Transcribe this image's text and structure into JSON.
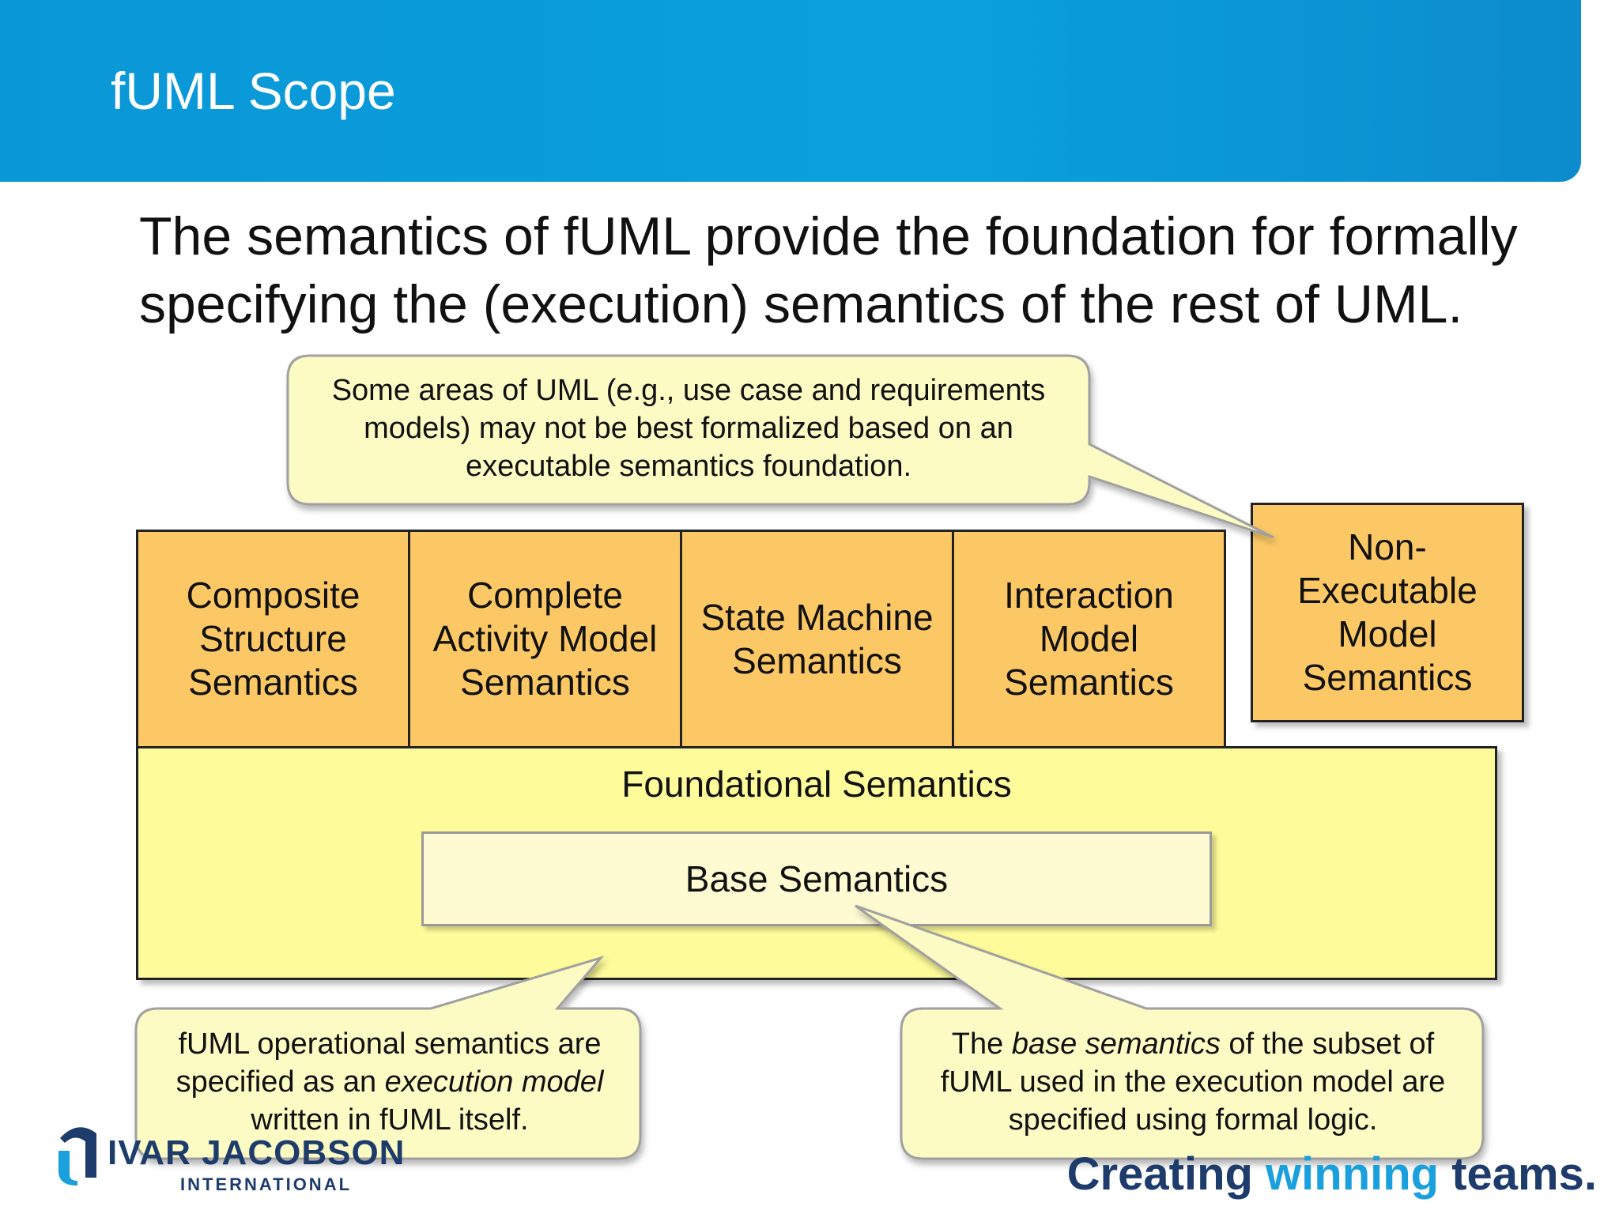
{
  "header": {
    "title": "fUML Scope"
  },
  "subtitle": "The semantics of fUML provide the foundation for formally specifying the (execution) semantics of the rest of UML.",
  "diagram": {
    "top_boxes": [
      "Composite\nStructure\nSemantics",
      "Complete\nActivity Model\nSemantics",
      "State Machine\nSemantics",
      "Interaction\nModel\nSemantics"
    ],
    "non_executable": "Non-\nExecutable\nModel\nSemantics",
    "foundational": "Foundational Semantics",
    "base": "Base Semantics"
  },
  "callouts": {
    "top": "Some areas of UML (e.g., use case and requirements models) may not be best formalized based on an executable semantics foundation.",
    "bottom_left": {
      "pre": "fUML operational semantics are specified as an ",
      "em": "execution model",
      "post": " written in fUML itself."
    },
    "bottom_right": {
      "pre": "The ",
      "em": "base semantics",
      "post": " of the subset of fUML used in the execution model are specified using formal logic."
    }
  },
  "footer": {
    "logo_name": "IVAR JACOBSON",
    "logo_sub": "INTERNATIONAL",
    "tagline_pre": "Creating ",
    "tagline_accent": "winning",
    "tagline_post": " teams."
  },
  "colors": {
    "header_blue": "#0a97d6",
    "orange_box": "#fcc866",
    "foundation_yellow": "#fefb9a",
    "callout_fill": "#fdfbc4",
    "brand_navy": "#1d3b6b",
    "brand_cyan": "#1aa0dc"
  },
  "icons": [
    "ivar-jacobson-logo-icon"
  ]
}
